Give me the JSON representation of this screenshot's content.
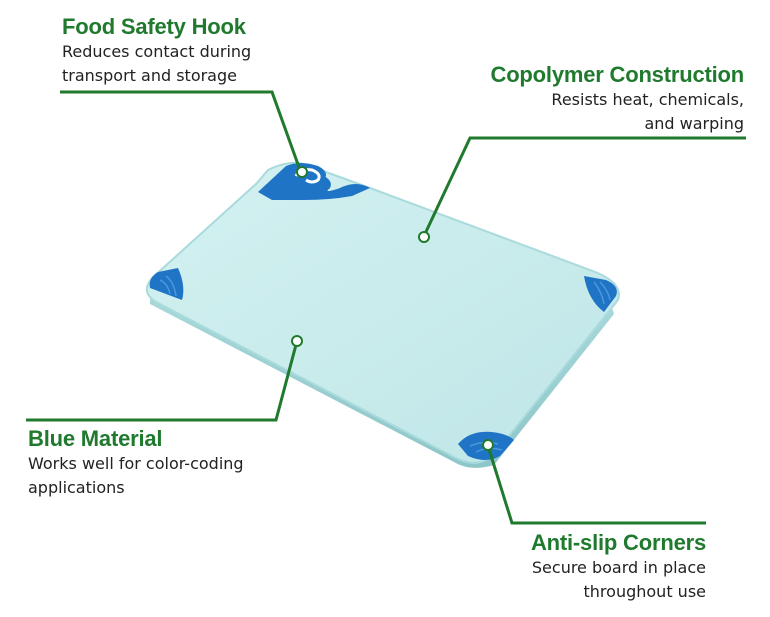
{
  "callouts": {
    "hook": {
      "title": "Food Safety Hook",
      "line1": "Reduces contact during",
      "line2": "transport and storage"
    },
    "copolymer": {
      "title": "Copolymer Construction",
      "line1": "Resists heat, chemicals,",
      "line2": "and warping"
    },
    "blue": {
      "title": "Blue Material",
      "line1": "Works well for color-coding",
      "line2": "applications"
    },
    "antislip": {
      "title": "Anti-slip Corners",
      "line1": "Secure board in place",
      "line2": "throughout use"
    }
  },
  "colors": {
    "title_green": "#1f7a2e",
    "leader_green": "#1f7a2e",
    "board_fill": "#c9ecec",
    "corner_blue": "#1f74c6"
  }
}
